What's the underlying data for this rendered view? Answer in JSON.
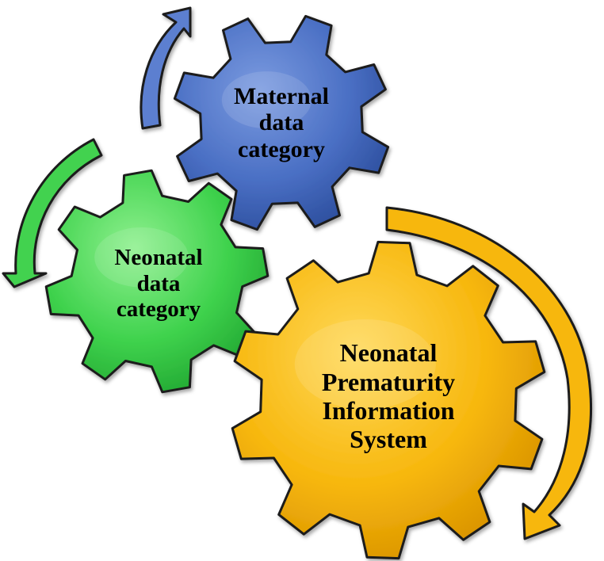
{
  "gears": {
    "maternal": {
      "lines": [
        "Maternal",
        "data",
        "category"
      ],
      "color": "#4a72c8"
    },
    "neonatal": {
      "lines": [
        "Neonatal",
        "data",
        "category"
      ],
      "color": "#3fd24d"
    },
    "system": {
      "lines": [
        "Neonatal",
        "Prematurity",
        "Information",
        "System"
      ],
      "color": "#f7b70d"
    }
  },
  "arrows": {
    "blue": "#5b7fd0",
    "green": "#42d250",
    "yellow": "#f7b70d"
  }
}
